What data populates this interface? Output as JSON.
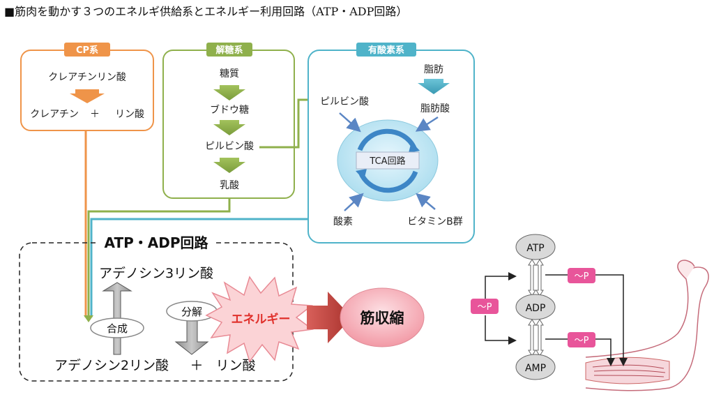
{
  "title": "■筋肉を動かす３つのエネルギ供給系とエネルギー利用回路（ATP・ADP回路）",
  "cp": {
    "label": "CP系",
    "top": "クレアチンリン酸",
    "bottom_left": "クレアチン",
    "plus": "＋",
    "bottom_right": "リン酸"
  },
  "glyco": {
    "label": "解糖系",
    "steps": [
      "糖質",
      "ブドウ糖",
      "ピルビン酸",
      "乳酸"
    ]
  },
  "aerobic": {
    "label": "有酸素系",
    "pyruvate": "ピルビン酸",
    "fat": "脂肪",
    "fatty_acid": "脂肪酸",
    "tca": "TCA回路",
    "oxygen": "酸素",
    "vitamin": "ビタミンB群"
  },
  "atp_adp": {
    "label": "ATP・ADP回路",
    "atp": "アデノシン3リン酸",
    "synthesis": "合成",
    "decomposition": "分解",
    "adp": "アデノシン2リン酸",
    "plus": "＋",
    "phosphate": "リン酸",
    "energy": "エネルギー",
    "contraction": "筋収縮"
  },
  "right_diagram": {
    "atp": "ATP",
    "adp": "ADP",
    "amp": "AMP",
    "p_left": "～P",
    "p_top": "～P",
    "p_bottom": "～P"
  },
  "colors": {
    "cp": "#ef9449",
    "glyco": "#8fb04c",
    "aerobic": "#4fb3c9",
    "energy_text": "#e0302b",
    "p_badge": "#e8559a"
  }
}
